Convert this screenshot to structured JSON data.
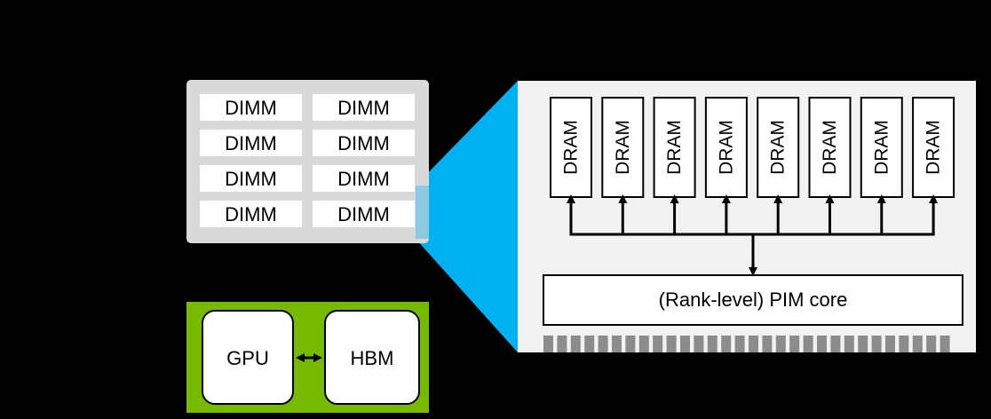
{
  "memory_module": {
    "dimm_label": "DIMM",
    "dimms": [
      "DIMM",
      "DIMM",
      "DIMM",
      "DIMM",
      "DIMM",
      "DIMM",
      "DIMM",
      "DIMM"
    ]
  },
  "zoom_detail": {
    "dram_label": "DRAM",
    "drams": [
      "DRAM",
      "DRAM",
      "DRAM",
      "DRAM",
      "DRAM",
      "DRAM",
      "DRAM",
      "DRAM"
    ],
    "pim_core_label": "(Rank-level) PIM core"
  },
  "gpu_board": {
    "gpu_label": "GPU",
    "hbm_label": "HBM"
  },
  "colors": {
    "background": "#000000",
    "dimm_panel": "#d9d9d9",
    "zoom_panel": "#f2f2f2",
    "zoom_beam": "#00b0f0",
    "gpu_board": "#76b900",
    "connector_pins": "#8c8c8c"
  }
}
